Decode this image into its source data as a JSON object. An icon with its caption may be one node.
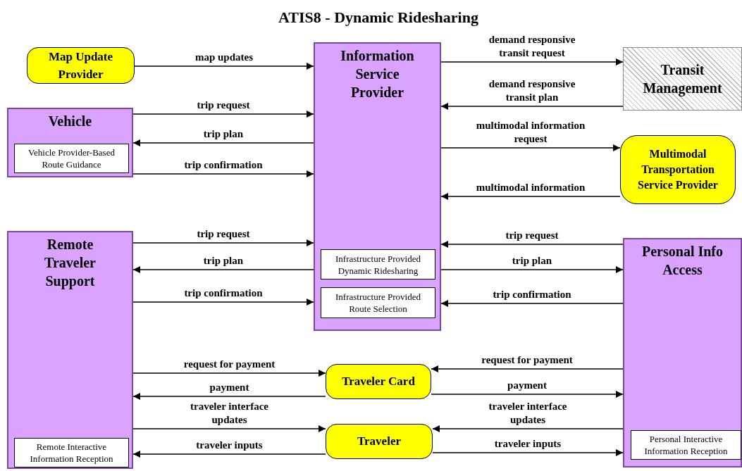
{
  "diagram": {
    "title": "ATIS8 - Dynamic Ridesharing",
    "nodes": [
      {
        "text": [
          "Map Update Provider"
        ]
      },
      {
        "text": [
          "Information Service Provider"
        ]
      },
      {
        "text": [
          "Infrastructure Provided Dynamic Ridesharing"
        ],
        "in": 1
      },
      {
        "text": [
          "Infrastructure Provided Route Selection"
        ],
        "in": 1
      },
      {
        "text": [
          "Transit Management"
        ]
      },
      {
        "text": [
          "Vehicle"
        ]
      },
      {
        "text": [
          "Vehicle Provider-Based Route Guidance"
        ],
        "in": 5
      },
      {
        "text": [
          "Multimodal Transportation Service Provider"
        ]
      },
      {
        "text": [
          "Remote Traveler Support"
        ]
      },
      {
        "text": [
          "Personal Info Access"
        ]
      },
      {
        "text": [
          "Traveler Card"
        ]
      },
      {
        "text": [
          "Traveler"
        ]
      },
      {
        "text": [
          "Remote Interactive Information Reception"
        ],
        "in": 8
      },
      {
        "text": [
          "Personal Interactive Information Reception"
        ],
        "in": 9
      }
    ],
    "edges": [
      {
        "from": 0,
        "to": 1,
        "arrow": "to",
        "label": "map updates"
      },
      {
        "from": 5,
        "to": 1,
        "arrow": "to",
        "label": "trip request"
      },
      {
        "from": 1,
        "to": 5,
        "arrow": "to",
        "label": "trip plan"
      },
      {
        "from": 5,
        "to": 1,
        "arrow": "to",
        "label": "trip confirmation"
      },
      {
        "from": 1,
        "to": 4,
        "arrow": "to",
        "label": "demand responsive transit request"
      },
      {
        "from": 4,
        "to": 1,
        "arrow": "to",
        "label": "demand responsive transit plan"
      },
      {
        "from": 1,
        "to": 7,
        "arrow": "to",
        "label": "multimodal information request"
      },
      {
        "from": 7,
        "to": 1,
        "arrow": "to",
        "label": "multimodal information"
      },
      {
        "from": 8,
        "to": 1,
        "arrow": "to",
        "label": "trip request"
      },
      {
        "from": 1,
        "to": 8,
        "arrow": "to",
        "label": "trip plan"
      },
      {
        "from": 8,
        "to": 1,
        "arrow": "to",
        "label": "trip confirmation"
      },
      {
        "from": 9,
        "to": 1,
        "arrow": "to",
        "label": "trip request"
      },
      {
        "from": 1,
        "to": 9,
        "arrow": "to",
        "label": "trip plan"
      },
      {
        "from": 9,
        "to": 1,
        "arrow": "to",
        "label": "trip confirmation"
      },
      {
        "from": 8,
        "to": 10,
        "arrow": "to",
        "label": "request for payment"
      },
      {
        "from": 10,
        "to": 8,
        "arrow": "to",
        "label": "payment"
      },
      {
        "from": 9,
        "to": 10,
        "arrow": "to",
        "label": "request for payment"
      },
      {
        "from": 10,
        "to": 9,
        "arrow": "to",
        "label": "payment"
      },
      {
        "from": 8,
        "to": 11,
        "arrow": "to",
        "label": "traveler interface updates"
      },
      {
        "from": 11,
        "to": 8,
        "arrow": "to",
        "label": "traveler inputs"
      },
      {
        "from": 9,
        "to": 11,
        "arrow": "to",
        "label": "traveler interface updates"
      },
      {
        "from": 11,
        "to": 9,
        "arrow": "to",
        "label": "traveler inputs"
      }
    ]
  }
}
